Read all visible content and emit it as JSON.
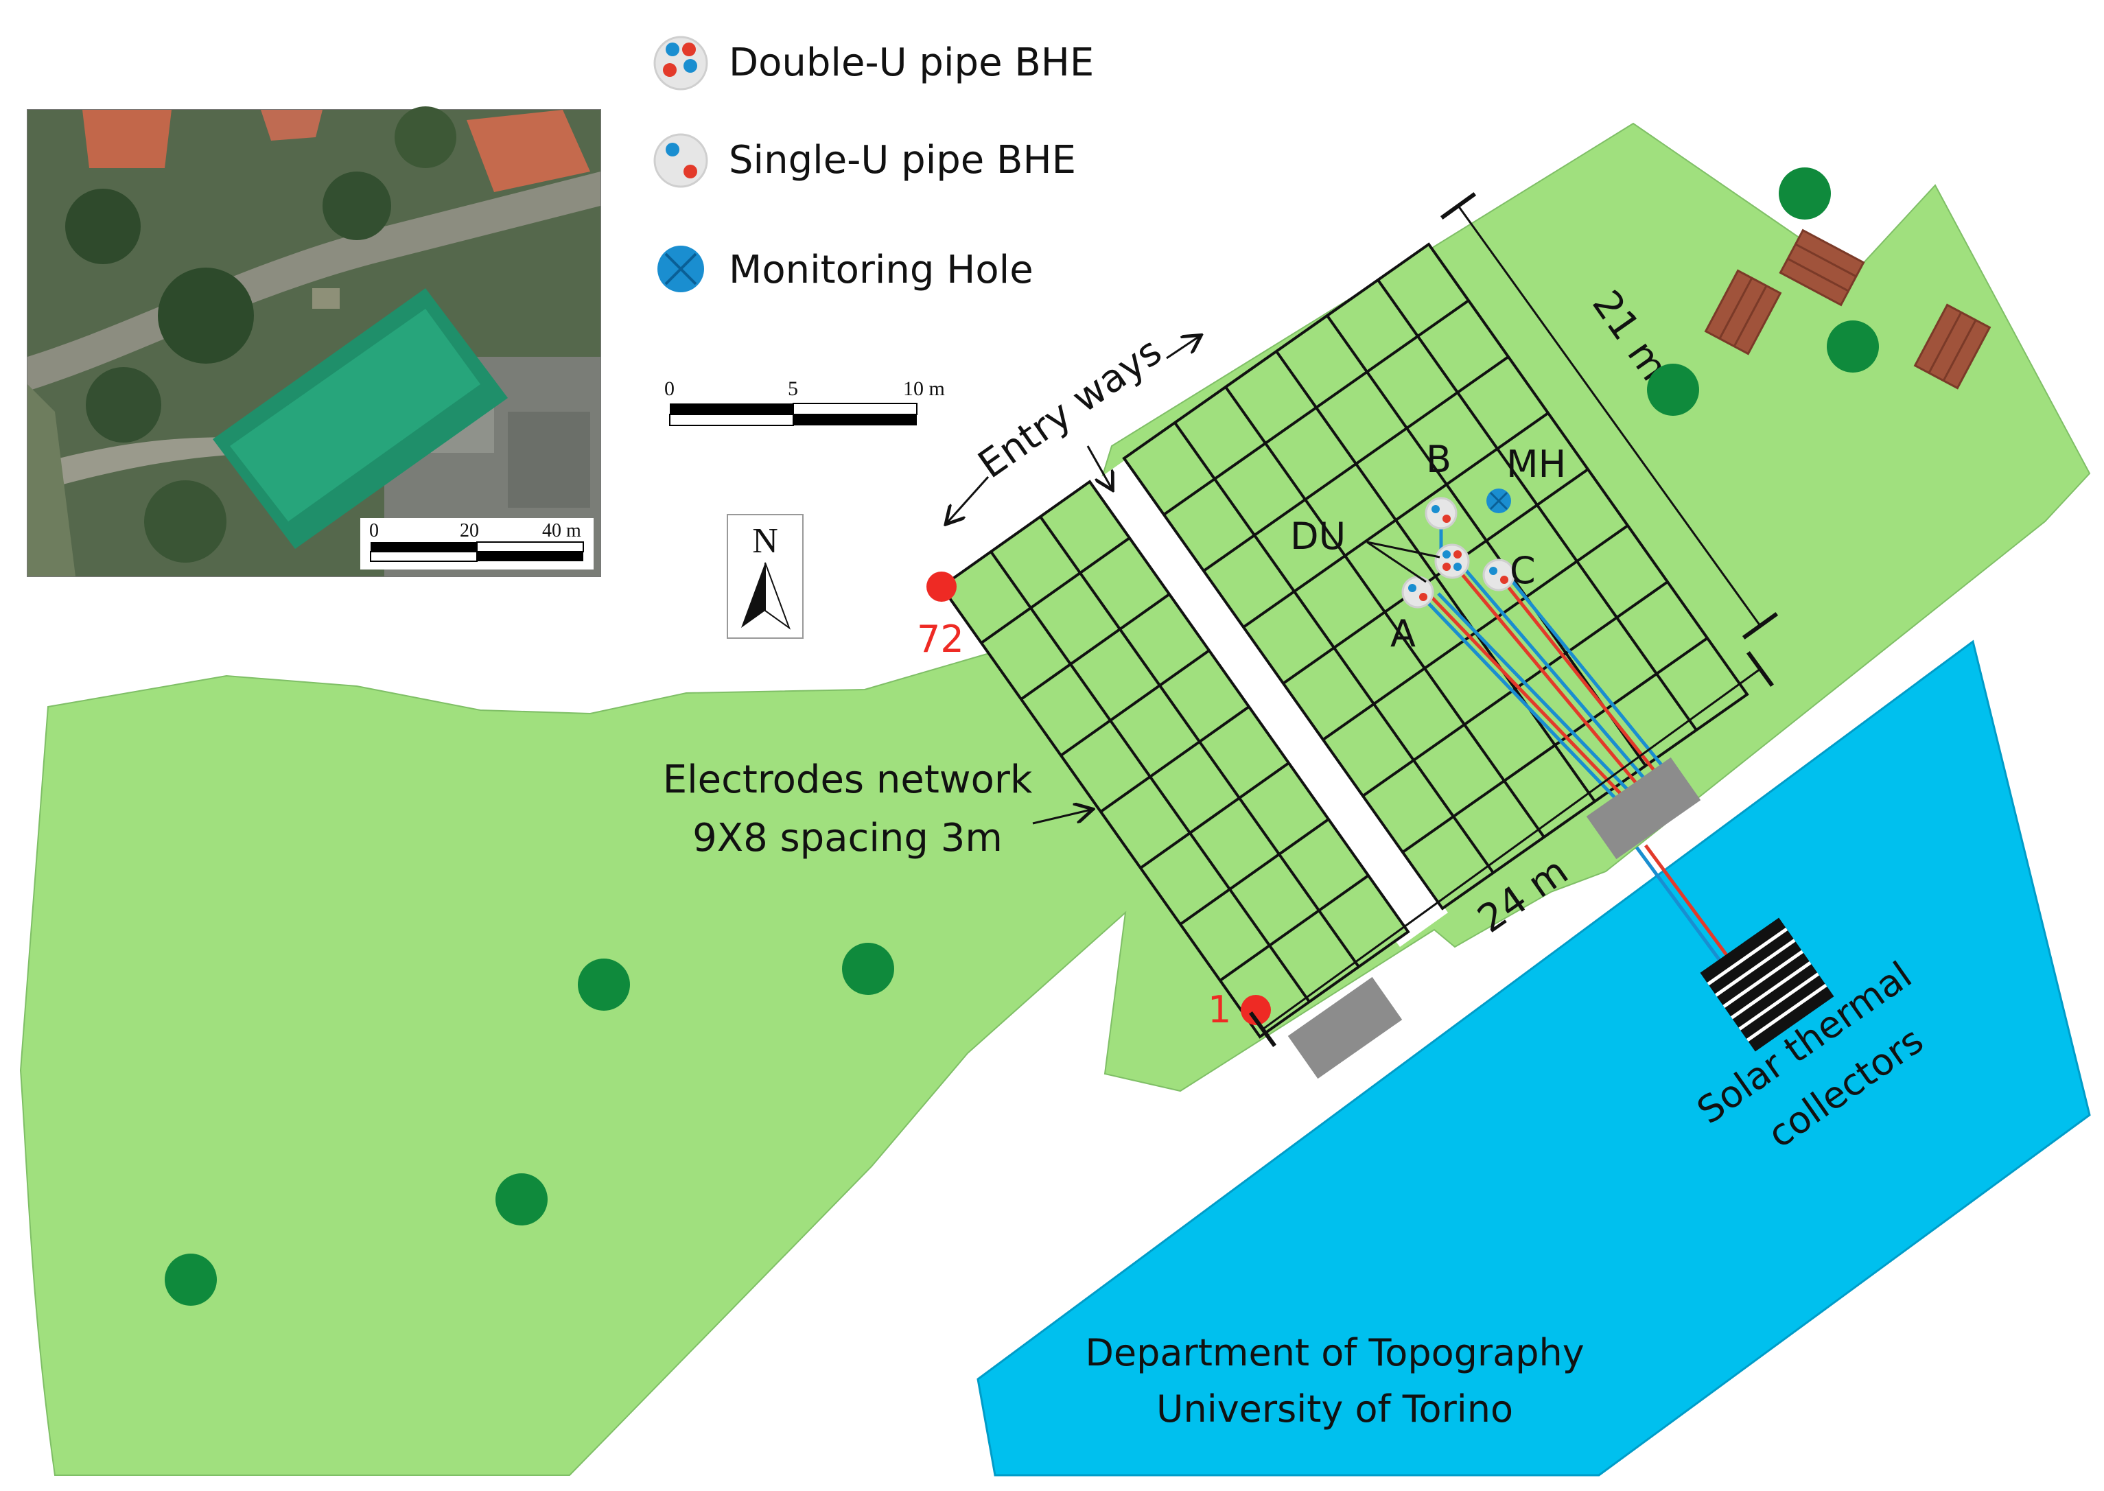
{
  "legend": {
    "items": [
      {
        "label": "Double-U pipe BHE",
        "icon": "double-u-pipe-icon"
      },
      {
        "label": "Single-U pipe BHE",
        "icon": "single-u-pipe-icon"
      },
      {
        "label": "Monitoring Hole",
        "icon": "monitoring-hole-icon"
      }
    ]
  },
  "scale_bar_main": {
    "ticks": [
      "0",
      "5",
      "10 m"
    ]
  },
  "scale_bar_inset": {
    "ticks": [
      "0",
      "20",
      "40 m"
    ]
  },
  "north_arrow": {
    "letter": "N"
  },
  "labels": {
    "entry_ways": "Entry ways",
    "dim_21": "21 m",
    "dim_24": "24 m",
    "electrodes_line1": "Electrodes network",
    "electrodes_line2": "9X8 spacing 3m",
    "electrode_first": "1",
    "electrode_last": "72",
    "bhe_a": "A",
    "bhe_b": "B",
    "bhe_c": "C",
    "bhe_du": "DU",
    "monitoring_hole": "MH",
    "solar_line1": "Solar thermal",
    "solar_line2": "collectors",
    "building_line1": "Department of Topography",
    "building_line2": "University of Torino"
  },
  "colors": {
    "lawn": "#a0e07e",
    "tree": "#0f8a3c",
    "building": "#00c0ee",
    "electrode": "#ee2a24",
    "pipe_blue": "#1a8ed0",
    "pipe_red": "#e33a2a",
    "technical_box": "#8c8c8c",
    "bench": "#a0533b",
    "grid_line": "#111111"
  }
}
